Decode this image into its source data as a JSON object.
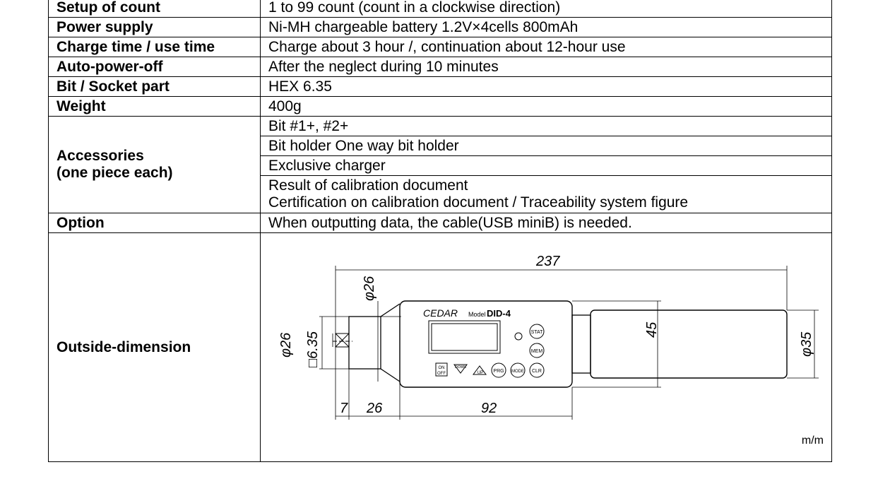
{
  "rows": [
    {
      "label": "Setup of count",
      "value": "1 to 99 count (count in a clockwise direction)"
    },
    {
      "label": "Power supply",
      "value": "Ni-MH chargeable battery 1.2V×4cells 800mAh"
    },
    {
      "label": "Charge time / use time",
      "value": "Charge about 3 hour /, continuation about 12-hour use"
    },
    {
      "label": "Auto-power-off",
      "value": "After the neglect during 10 minutes"
    },
    {
      "label": "Bit / Socket part",
      "value": "HEX 6.35"
    },
    {
      "label": "Weight",
      "value": "400g"
    }
  ],
  "accessories": {
    "label_line1": "Accessories",
    "label_line2": "(one piece each)",
    "items": [
      "Bit #1+, #2+",
      "Bit holder One way bit holder",
      "Exclusive charger",
      "Result of calibration document",
      "Certification on calibration document / Traceability system figure"
    ]
  },
  "option": {
    "label": "Option",
    "value": "When outputting data, the cable(USB miniB) is needed."
  },
  "outside": {
    "label": "Outside-dimension",
    "unit": "m/m",
    "dims": {
      "overall": "237",
      "head_dia": "φ26",
      "left_dia": "φ26",
      "hex": "□6.35",
      "height": "45",
      "grip_dia": "φ35",
      "tip": "7",
      "neck": "26",
      "body": "92"
    },
    "device": {
      "brand": "CEDAR",
      "model_prefix": "Model",
      "model": "DID-4",
      "buttons": {
        "stat": "STAT",
        "mem": "MEM",
        "on": "ON",
        "off": "OFF",
        "down": "DOWN",
        "up": "UP",
        "prg": "PRG",
        "mode": "MODE",
        "clr": "CLR"
      }
    }
  }
}
